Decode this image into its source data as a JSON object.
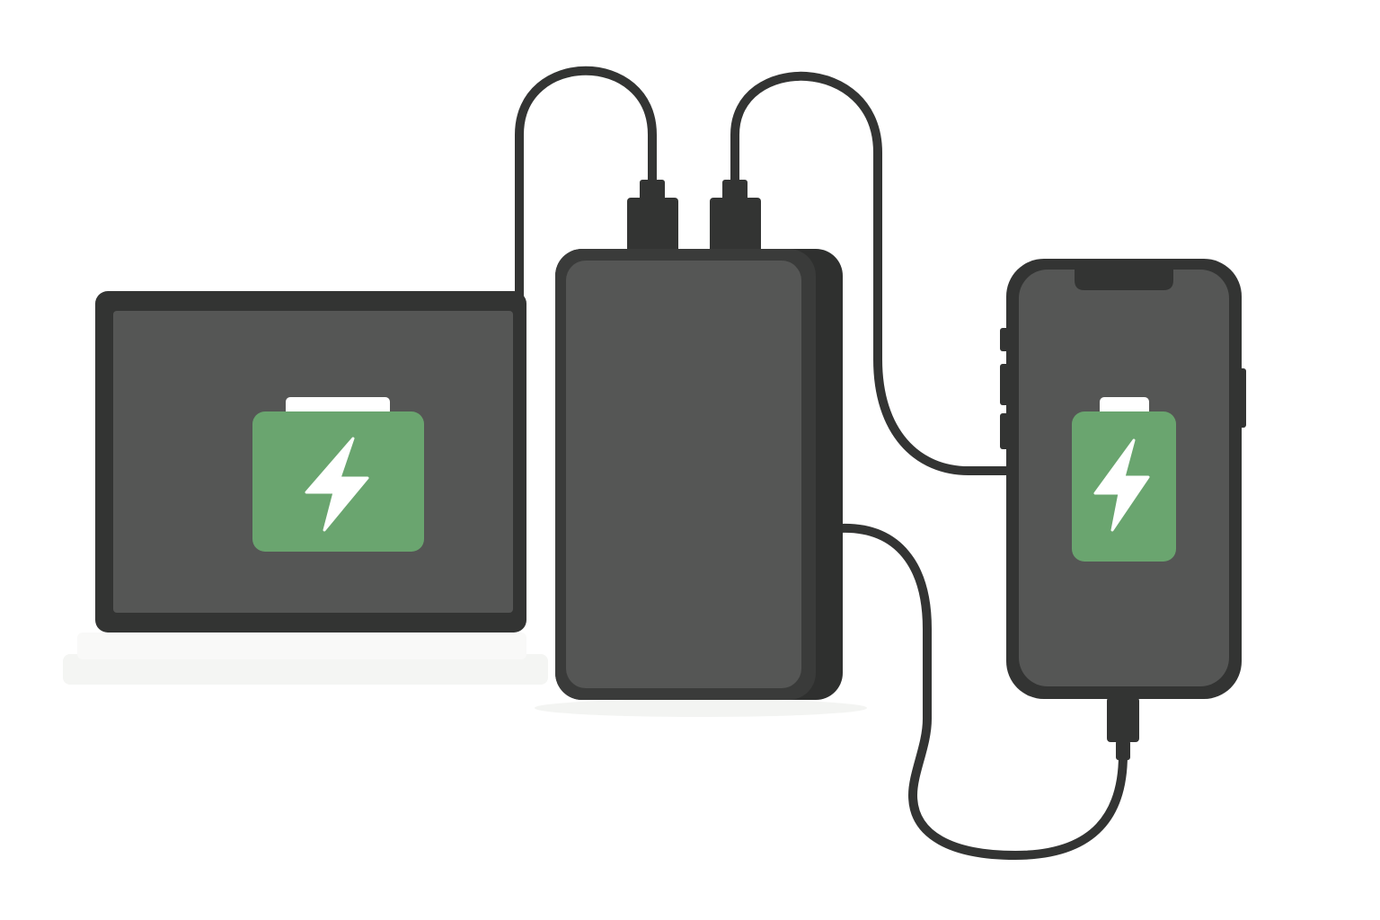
{
  "scene": {
    "devices": [
      {
        "name": "laptop",
        "icon": "battery-charging-icon"
      },
      {
        "name": "power-bank",
        "icon": "power-bank-icon"
      },
      {
        "name": "phone",
        "icon": "battery-charging-icon"
      }
    ]
  },
  "colors": {
    "background": "#ffffff",
    "device_body": "#333433",
    "device_screen": "#555655",
    "battery_fill": "#6aa56f",
    "battery_cap": "#ffffff",
    "bolt": "#ffffff",
    "cable": "#333433",
    "base_shadow": "#f2f3f1"
  }
}
